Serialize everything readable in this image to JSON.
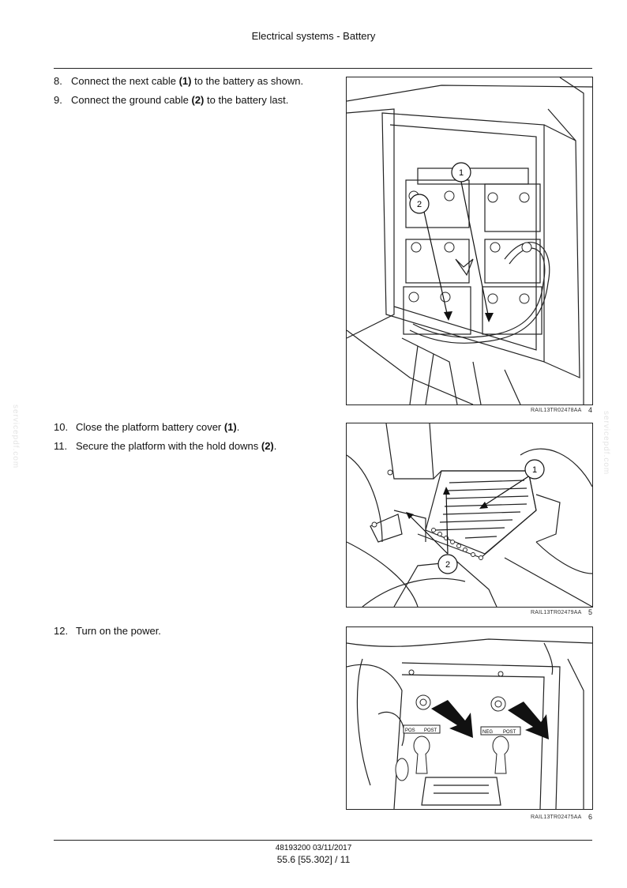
{
  "header": {
    "title": "Electrical systems - Battery"
  },
  "steps": [
    {
      "num": "8.",
      "before": "Connect the next cable ",
      "bold": "(1)",
      "after": " to the battery as shown."
    },
    {
      "num": "9.",
      "before": "Connect the ground cable ",
      "bold": "(2)",
      "after": " to the battery last."
    },
    {
      "num": "10.",
      "before": "Close the platform battery cover ",
      "bold": "(1)",
      "after": "."
    },
    {
      "num": "11.",
      "before": "Secure the platform with the hold downs ",
      "bold": "(2)",
      "after": "."
    },
    {
      "num": "12.",
      "before": "Turn on the power.",
      "bold": "",
      "after": ""
    }
  ],
  "figures": [
    {
      "code": "RAIL13TR02478AA",
      "number": "4",
      "callouts": [
        "1",
        "2"
      ]
    },
    {
      "code": "RAIL13TR02479AA",
      "number": "5",
      "callouts": [
        "1",
        "2"
      ]
    },
    {
      "code": "RAIL13TR02475AA",
      "number": "6",
      "labels": [
        "POS",
        "POST",
        "NEG",
        "POST"
      ]
    }
  ],
  "watermark": "servicepdf.com",
  "footer": {
    "doc_code": "48193200 03/11/2017",
    "page": "55.6 [55.302] / 11"
  }
}
